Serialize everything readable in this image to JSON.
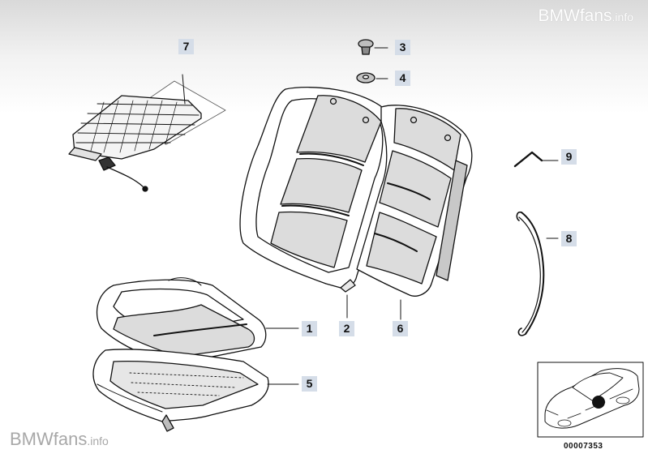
{
  "watermark": {
    "brand": "BMWfans",
    "suffix": ".info"
  },
  "callouts": [
    "1",
    "2",
    "3",
    "4",
    "5",
    "6",
    "7",
    "8",
    "9"
  ],
  "inset": {
    "code": "00007353"
  }
}
